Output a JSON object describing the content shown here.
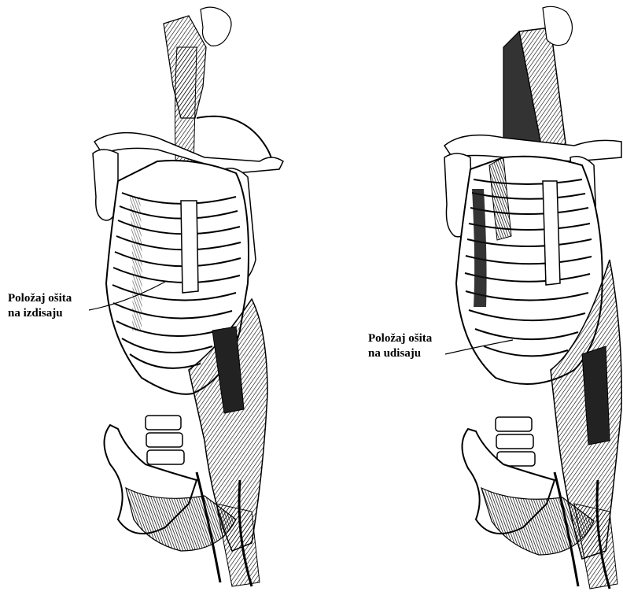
{
  "figures": [
    {
      "name": "exhale",
      "annotation": {
        "line1": "Položaj ošita",
        "line2": "na izdisaju"
      }
    },
    {
      "name": "inhale",
      "annotation": {
        "line1": "Položaj ošita",
        "line2": "na udisaju"
      }
    }
  ],
  "colors": {
    "ink": "#000000",
    "bone": "#ffffff",
    "muscle_dark": "#1a1a1a",
    "muscle_mid": "#555555",
    "shade": "#8a8a8a"
  }
}
